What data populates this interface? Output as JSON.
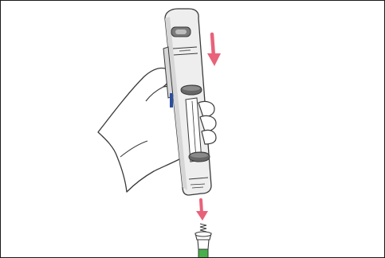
{
  "figure": {
    "colors": {
      "outline": "#3a3a3a",
      "device_body": "#eeeeee",
      "device_shade": "#d6d6d6",
      "device_dark": "#7a7a7a",
      "button_dark": "#666666",
      "arrow": "#e8627a",
      "blue_mark": "#2a4fa0",
      "green_band": "#48b04a",
      "background": "#ffffff"
    },
    "arrows": [
      {
        "direction": "down",
        "meaning": "push-down"
      },
      {
        "direction": "down",
        "meaning": "eject-needle"
      }
    ],
    "icons": [
      "hand-icon",
      "auto-injector-pen-icon",
      "needle-assembly-icon",
      "down-arrow-icon"
    ]
  }
}
